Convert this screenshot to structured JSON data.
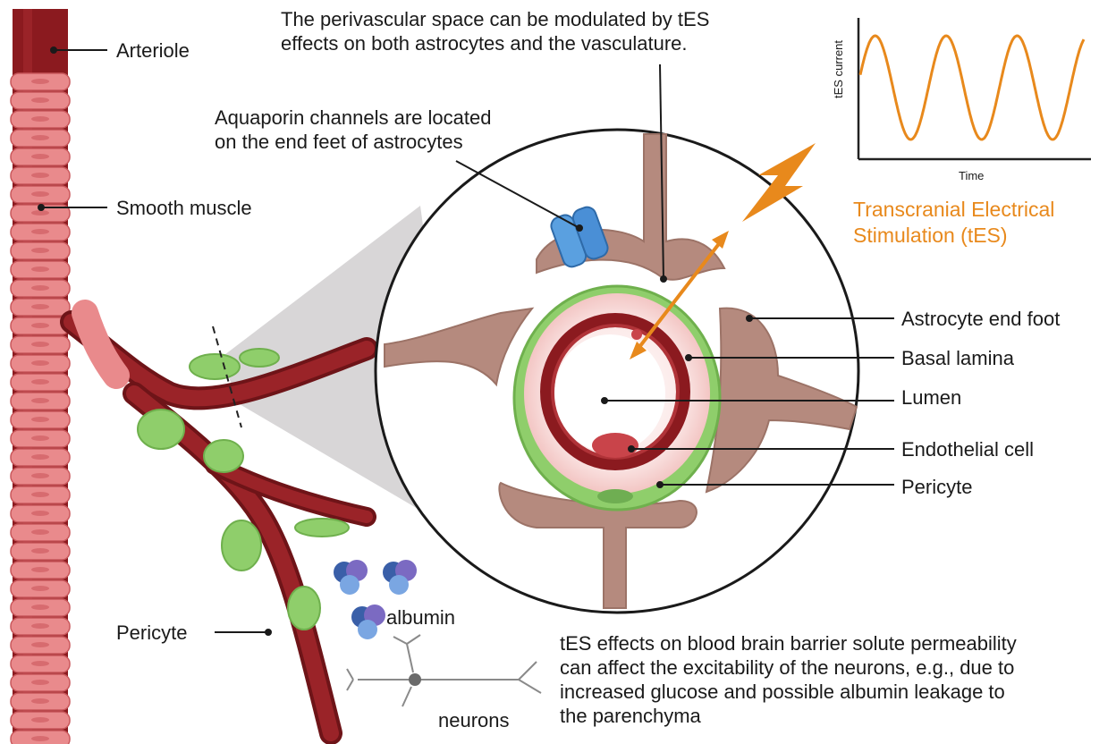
{
  "labels": {
    "arteriole": "Arteriole",
    "smooth_muscle": "Smooth muscle",
    "pericyte_left": "Pericyte",
    "perivascular": "The perivascular space can be modulated by tES\neffects on both astrocytes and the vasculature.",
    "aquaporin": "Aquaporin channels are located\non the end feet of astrocytes",
    "tes_title": "Transcranial Electrical\nStimulation (tES)",
    "astrocyte_end_foot": "Astrocyte end foot",
    "basal_lamina": "Basal lamina",
    "lumen": "Lumen",
    "endothelial_cell": "Endothelial cell",
    "pericyte_right": "Pericyte",
    "albumin": "albumin",
    "neurons": "neurons",
    "bbb_note": "tES effects on blood brain barrier solute permeability\ncan affect the excitability of the neurons, e.g., due to\nincreased glucose and possible albumin leakage to\nthe parenchyma"
  },
  "inset_chart": {
    "ylabel": "tES current",
    "xlabel": "Time",
    "waveform": "sine",
    "color": "#e8891c"
  },
  "colors": {
    "vessel": "#8b1a1f",
    "smooth_muscle": "#e98a8c",
    "pericyte": "#8fce6b",
    "astrocyte": "#b58a7e",
    "aquaporin": "#4a8fd6",
    "tes": "#e8891c",
    "lumen_halo": "#f7d6d4"
  },
  "icons": [
    "aquaporin-channel-icon",
    "lightning-bolt-icon",
    "albumin-protein-icon",
    "neuron-icon"
  ]
}
